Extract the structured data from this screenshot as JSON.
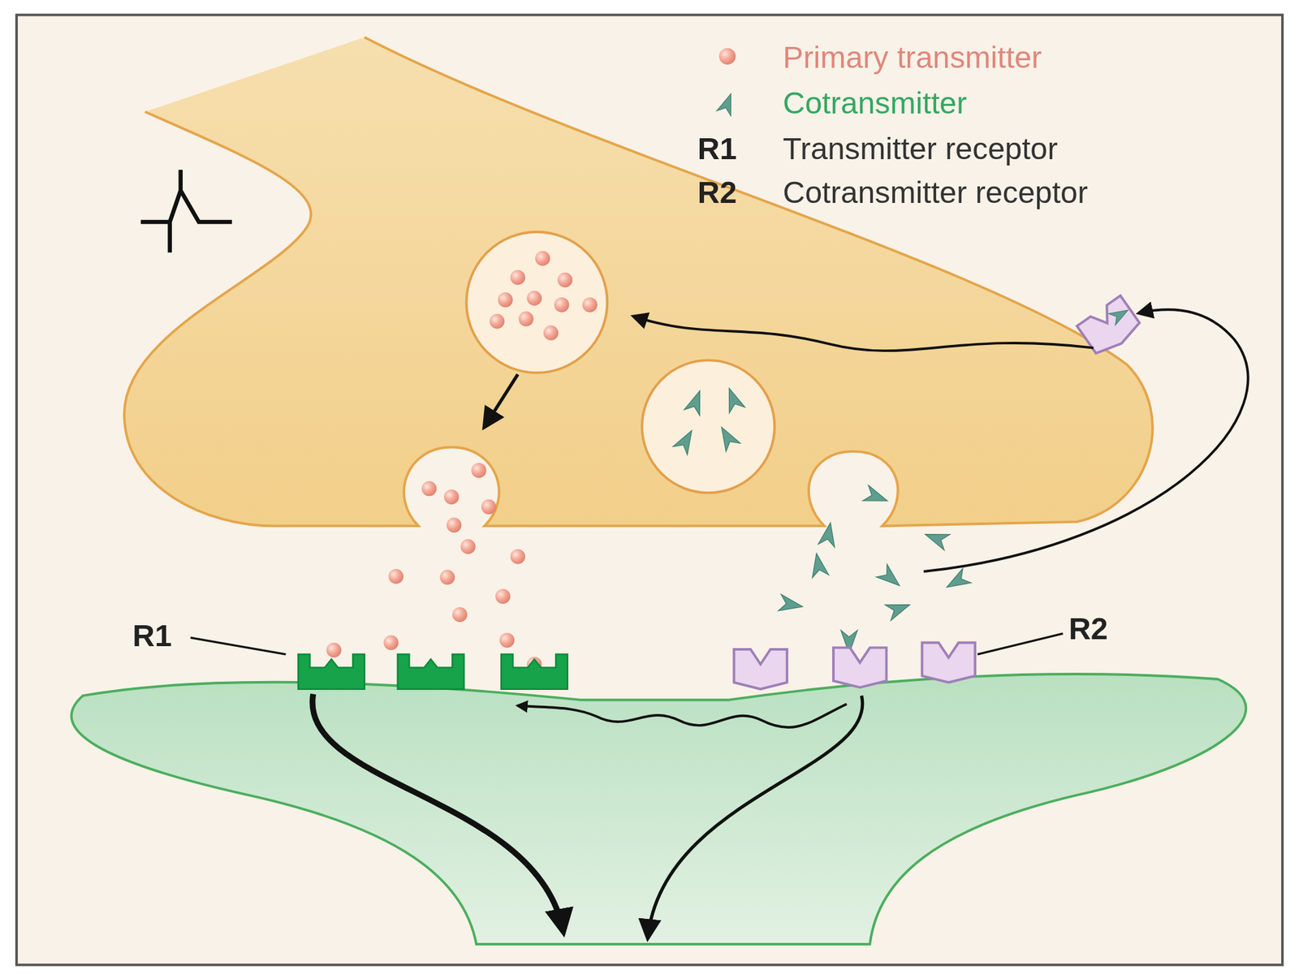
{
  "diagram": {
    "labels": [
      "R1",
      "R2",
      "R1",
      "R2"
    ],
    "legend": [
      {
        "text": "Primary transmitter"
      },
      {
        "text": "Cotransmitter"
      },
      {
        "text": "Transmitter receptor"
      },
      {
        "text": "Cotransmitter receptor"
      }
    ]
  }
}
